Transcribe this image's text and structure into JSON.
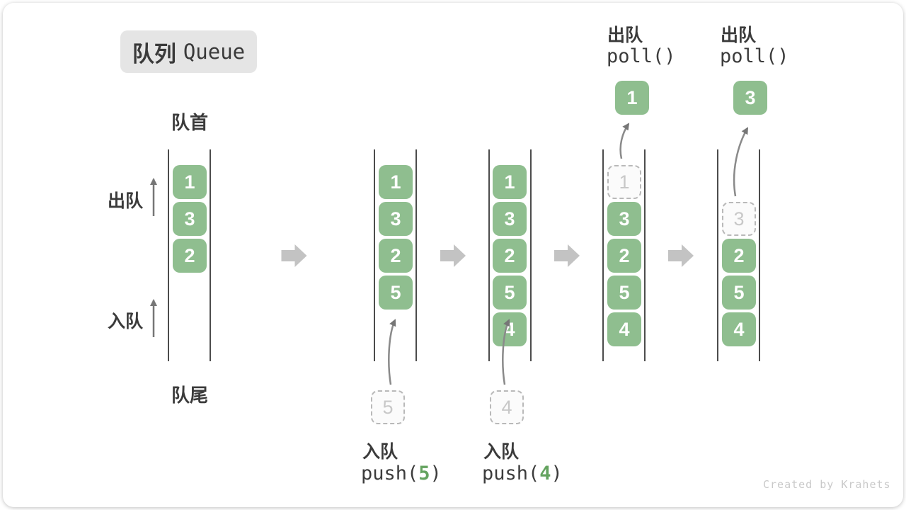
{
  "badge": {
    "zh": "队列",
    "en": "Queue"
  },
  "side_labels": {
    "front": "队首",
    "rear": "队尾",
    "dequeue": "出队",
    "enqueue": "入队"
  },
  "operations": {
    "enqueue1": {
      "label": "入队",
      "fn": "push(",
      "arg": "5",
      "close": ")"
    },
    "enqueue2": {
      "label": "入队",
      "fn": "push(",
      "arg": "4",
      "close": ")"
    },
    "dequeue1": {
      "label": "出队",
      "fn": "poll()"
    },
    "dequeue2": {
      "label": "出队",
      "fn": "poll()"
    }
  },
  "queues": [
    {
      "blocks": [
        "1",
        "3",
        "2"
      ]
    },
    {
      "blocks": [
        "1",
        "3",
        "2",
        "5"
      ],
      "incoming": "5"
    },
    {
      "blocks": [
        "1",
        "3",
        "2",
        "5",
        "4"
      ],
      "incoming": "4"
    },
    {
      "blocks": [
        "3",
        "2",
        "5",
        "4"
      ],
      "removed": "1",
      "outgoing": "1"
    },
    {
      "blocks": [
        "2",
        "5",
        "4"
      ],
      "removed": "3",
      "outgoing": "3"
    }
  ],
  "icons": {
    "transition_arrow": "block-right-arrow",
    "direction_arrow": "thin-up-arrow",
    "move_arrow": "curved-up-arrow"
  },
  "colors": {
    "block_green": "#8fbe8f",
    "arg_green": "#64a35f",
    "badge_bg": "#e5e5e5",
    "text_dark": "#3b3b3b",
    "block_arrow_gray": "#c3c3c3",
    "thin_arrow_gray": "#767676",
    "dashed_border": "#b9b9b9",
    "dashed_text": "#c8c8c8",
    "watermark_gray": "#c9c9c9"
  },
  "watermark": "Created by Krahets"
}
